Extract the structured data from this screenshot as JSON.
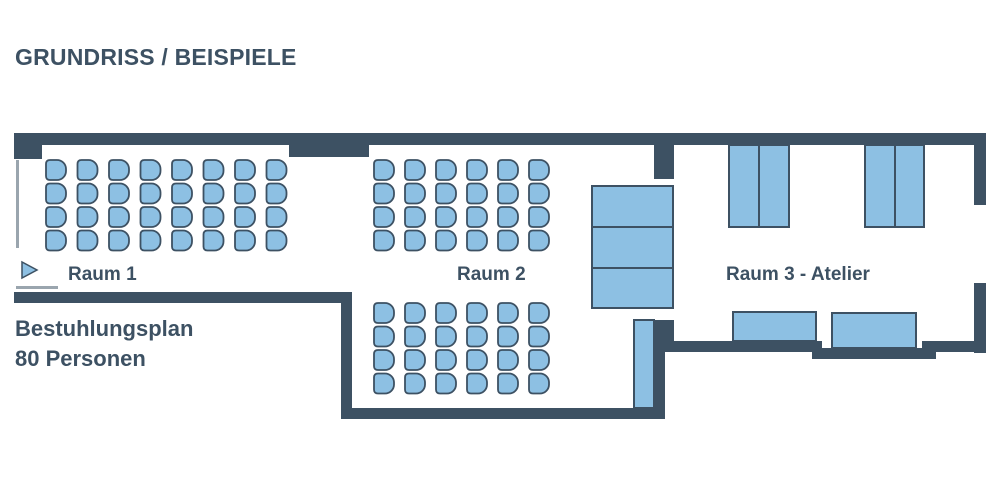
{
  "title": "GRUNDRISS / BEISPIELE",
  "info": {
    "line1": "Bestuhlungsplan",
    "line2": "80 Personen"
  },
  "colors": {
    "wall": "#3d5163",
    "furniture": "#8dc0e3",
    "outline": "#3d5163"
  },
  "rooms": [
    {
      "label": "Raum 1",
      "seat_rows": 4,
      "seat_cols": 8
    },
    {
      "label": "Raum 2",
      "seat_blocks": [
        {
          "rows": 4,
          "cols": 6
        },
        {
          "rows": 4,
          "cols": 6
        }
      ]
    },
    {
      "label": "Raum 3 - Atelier"
    }
  ],
  "icons": {
    "entrance": "triangle-right"
  }
}
